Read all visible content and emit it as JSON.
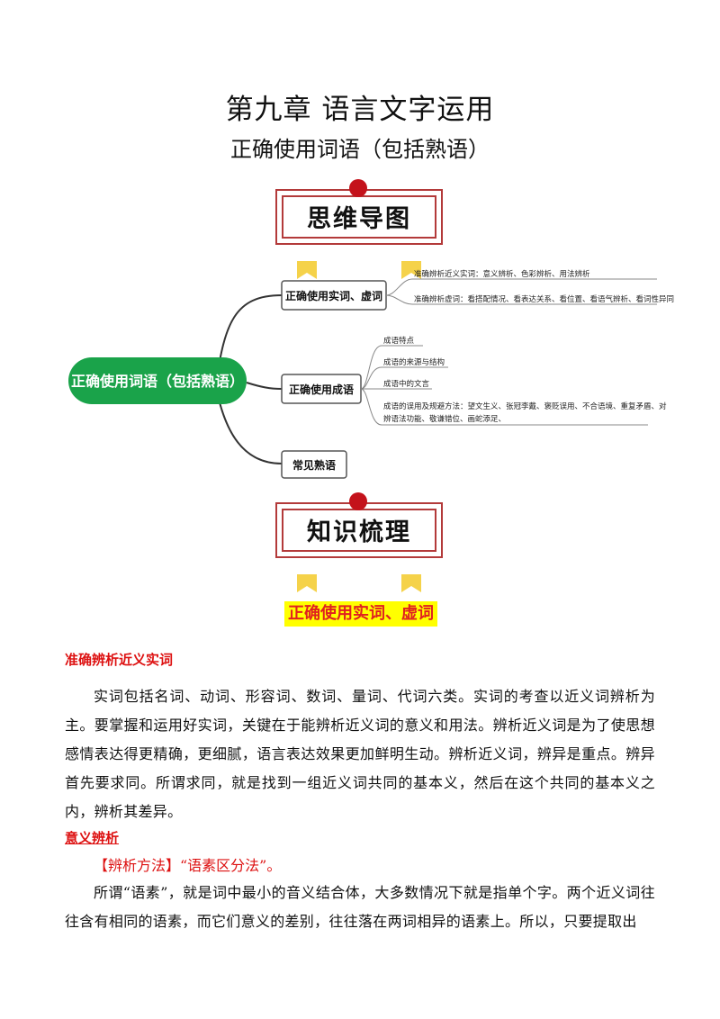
{
  "header": {
    "title": "第九章 语言文字运用",
    "subtitle": "正确使用词语（包括熟语）"
  },
  "banners": {
    "mindmap": "思维导图",
    "knowledge": "知识梳理"
  },
  "mindmap": {
    "root": "正确使用词语（包括熟语）",
    "branches": [
      {
        "label": "正确使用实词、虚词",
        "leaves": [
          "准确辨析近义实词：意义辨析、色彩辨析、用法辨析",
          "准确辨析虚词：看搭配情况、看表达关系、看位置、看语气辨析、看词性异同"
        ]
      },
      {
        "label": "正确使用成语",
        "leaves": [
          "成语特点",
          "成语的来源与结构",
          "成语中的文言",
          "成语的误用及规避方法：望文生义、张冠李戴、褒贬误用、不合语境、重复矛盾、对",
          "辨语法功能、敬谦错位、画蛇添足、"
        ]
      },
      {
        "label": "常见熟语",
        "leaves": []
      }
    ],
    "colors": {
      "root_fill": "#1aa34a",
      "root_text": "#ffffff",
      "line": "#333333"
    }
  },
  "content": {
    "section_heading": "正确使用实词、虚词",
    "subheading_1": "准确辨析近义实词",
    "paragraph_1": "实词包括名词、动词、形容词、数词、量词、代词六类。实词的考查以近义词辨析为主。要掌握和运用好实词，关键在于能辨析近义词的意义和用法。辨析近义词是为了使思想感情表达得更精确，更细腻，语言表达效果更加鲜明生动。辨析近义词，辨异是重点。辨异首先要求同。所谓求同，就是找到一组近义词共同的基本义，然后在这个共同的基本义之内，辨析其差异。",
    "subheading_2": "意义辨析",
    "method": "【辨析方法】“语素区分法”。",
    "paragraph_2": "所谓“语素”，就是词中最小的音义结合体，大多数情况下就是指单个字。两个近义词往往含有相同的语素，而它们意义的差别，往往落在两词相异的语素上。所以，只要提取出"
  },
  "colors": {
    "accent_red": "#d11111",
    "banner_red": "#b33a3a",
    "highlight_yellow": "#ffff00",
    "flag_yellow": "#f5d24a"
  }
}
